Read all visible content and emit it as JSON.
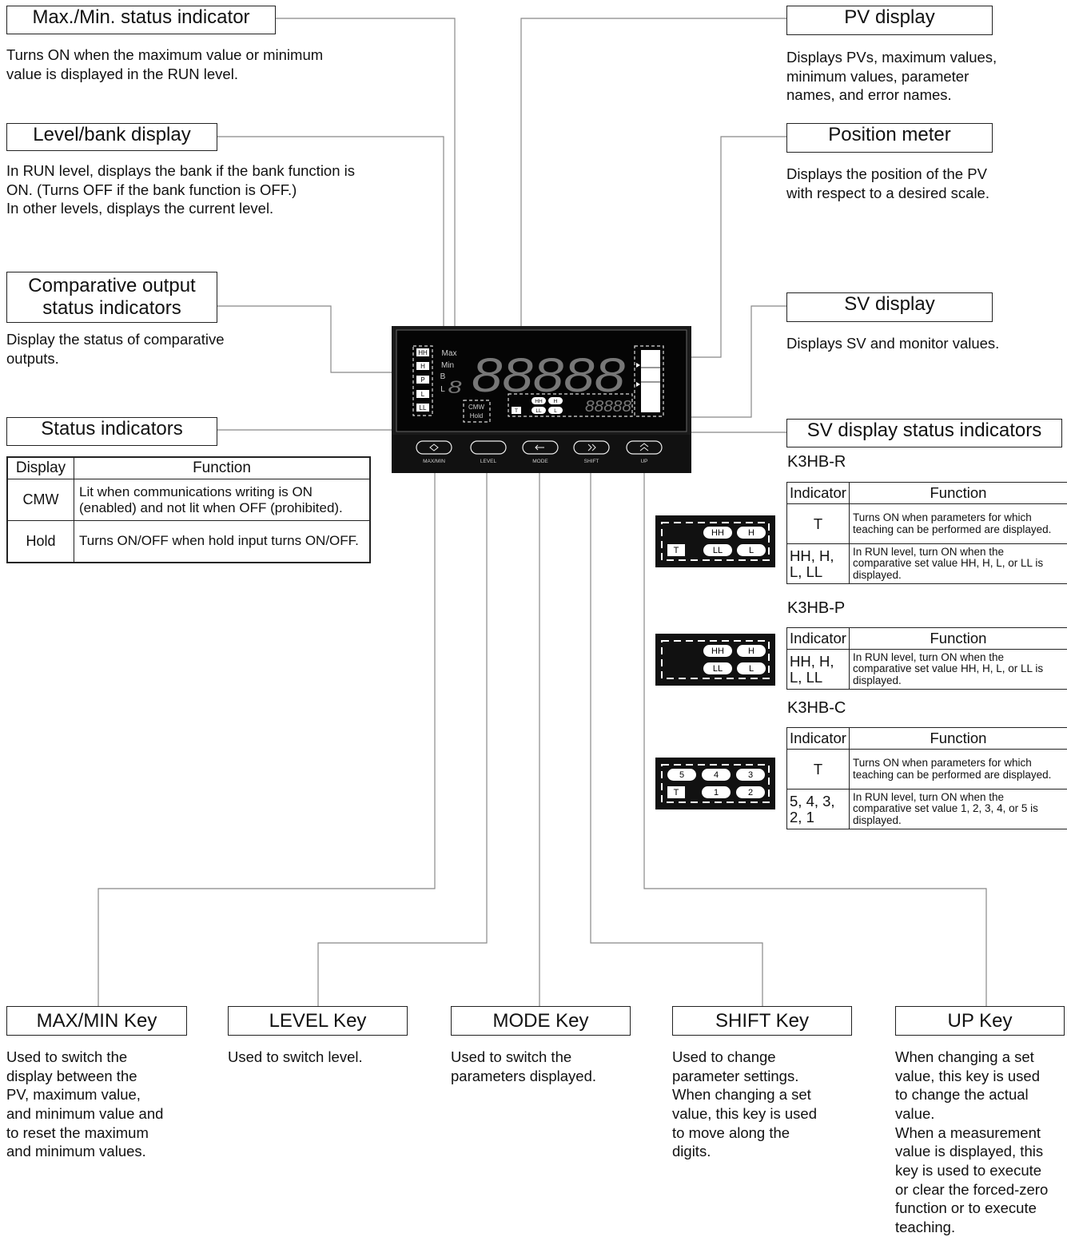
{
  "callouts": {
    "maxmin": {
      "title": "Max./Min. status indicator",
      "desc": [
        "Turns ON when the maximum value or minimum",
        "value is displayed in the RUN level."
      ]
    },
    "level_bank": {
      "title": "Level/bank display",
      "desc": [
        "In RUN level, displays the bank if the bank function is",
        "ON. (Turns OFF if the bank function is OFF.)",
        "In other levels, displays the current level."
      ]
    },
    "comparative": {
      "title_lines": [
        "Comparative output",
        "status indicators"
      ],
      "desc": [
        "Display the status of comparative",
        "outputs."
      ]
    },
    "status": {
      "title": "Status indicators"
    },
    "pv_display": {
      "title": "PV display",
      "desc": [
        "Displays PVs, maximum values,",
        "minimum values, parameter",
        "names, and error names."
      ]
    },
    "position_meter": {
      "title": "Position meter",
      "desc": [
        "Displays the position of the PV",
        "with respect to a desired scale."
      ]
    },
    "sv_display": {
      "title": "SV display",
      "desc": [
        "Displays SV and monitor values."
      ]
    },
    "sv_status": {
      "title": "SV display status indicators"
    }
  },
  "status_table": {
    "headers": [
      "Display",
      "Function"
    ],
    "rows": [
      {
        "display": "CMW",
        "function": "Lit when communications writing is ON (enabled) and not lit when OFF (prohibited)."
      },
      {
        "display": "Hold",
        "function": "Turns ON/OFF when hold input turns ON/OFF."
      }
    ]
  },
  "sv_models": [
    {
      "model": "K3HB-R",
      "headers": [
        "Indicator",
        "Function"
      ],
      "rows": [
        {
          "indicator": "T",
          "function": "Turns ON when parameters for which teaching can be performed are displayed."
        },
        {
          "indicator": "HH, H, L, LL",
          "function": "In RUN level, turn ON when the comparative set value HH, H, L, or LL is displayed."
        }
      ],
      "icons": [
        "T",
        "HH",
        "H",
        "LL",
        "L"
      ]
    },
    {
      "model": "K3HB-P",
      "headers": [
        "Indicator",
        "Function"
      ],
      "rows": [
        {
          "indicator": "HH, H, L, LL",
          "function": "In RUN level, turn ON when the comparative set value HH, H, L, or LL is displayed."
        }
      ],
      "icons": [
        "HH",
        "H",
        "LL",
        "L"
      ]
    },
    {
      "model": "K3HB-C",
      "headers": [
        "Indicator",
        "Function"
      ],
      "rows": [
        {
          "indicator": "T",
          "function": "Turns ON when parameters for which teaching can be performed are displayed."
        },
        {
          "indicator": "5, 4, 3, 2, 1",
          "function": "In RUN level, turn ON when the comparative set value 1, 2, 3, 4, or 5 is displayed."
        }
      ],
      "icons": [
        "5",
        "4",
        "3",
        "T",
        "1",
        "2"
      ]
    }
  ],
  "device": {
    "left_leds": [
      "HH",
      "H",
      "P",
      "L",
      "LL"
    ],
    "maxmin_labels": [
      "Max",
      "Min"
    ],
    "bank_label": "B",
    "level_label": "L",
    "status_labels": [
      "CMW",
      "Hold"
    ],
    "sv_leds": [
      "HH",
      "H",
      "T",
      "LL",
      "L"
    ],
    "pv_digits": "88888",
    "sv_digits": "88888",
    "keys": [
      "MAX/MIN",
      "LEVEL",
      "MODE",
      "SHIFT",
      "UP"
    ]
  },
  "keys": {
    "maxmin": {
      "title": "MAX/MIN Key",
      "desc": [
        "Used to switch the",
        "display between the",
        "PV, maximum value,",
        "and minimum value and",
        "to reset the maximum",
        "and minimum values."
      ]
    },
    "level": {
      "title": "LEVEL Key",
      "desc": [
        "Used to switch level."
      ]
    },
    "mode": {
      "title": "MODE Key",
      "desc": [
        "Used to switch the",
        "parameters displayed."
      ]
    },
    "shift": {
      "title": "SHIFT Key",
      "desc": [
        "Used to change",
        "parameter settings.",
        "When changing a set",
        "value, this key is used",
        "to move along the",
        "digits."
      ]
    },
    "up": {
      "title": "UP Key",
      "desc": [
        "When changing a set",
        "value, this key is used",
        "to change the actual",
        "value.",
        "When a measurement",
        "value is displayed, this",
        "key is used to execute",
        "or clear the forced-zero",
        "function or to execute",
        "teaching."
      ]
    }
  }
}
